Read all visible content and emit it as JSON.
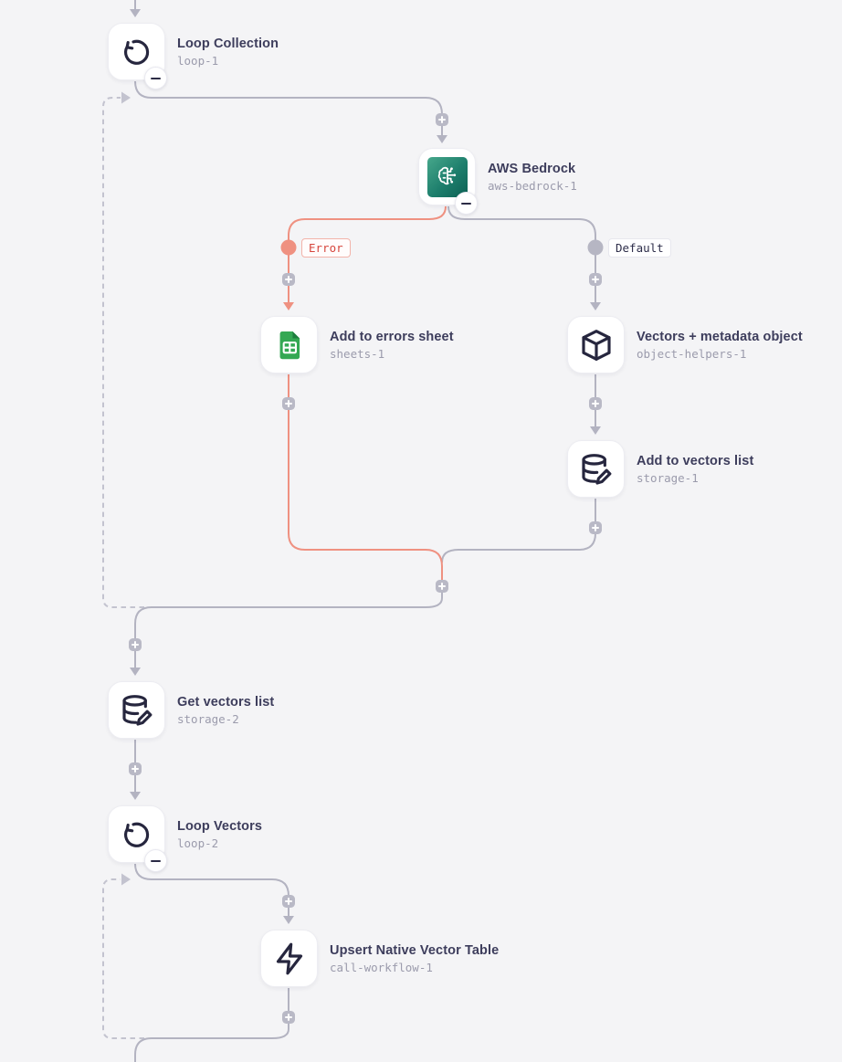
{
  "canvas": {
    "background": "#f4f4f6"
  },
  "colors": {
    "connector": "#b3b3c1",
    "loop_dash": "#c3c3cf",
    "error_line": "#ef9181",
    "error_text": "#d6453c",
    "default_text": "#2e2e4a",
    "node_title": "#3d3d5c",
    "node_id": "#9b9bac",
    "plus_button": "#b9b9c6",
    "icon_stroke": "#26263e",
    "sheets_green": "#34a853",
    "sheets_fold": "#1e7d3e",
    "bedrock_gradient_start": "#46a78b",
    "bedrock_gradient_end": "#0d6154"
  },
  "branch_labels": {
    "error": "Error",
    "default": "Default"
  },
  "nodes": {
    "loop1": {
      "title": "Loop Collection",
      "id": "loop-1",
      "icon": "loop-icon"
    },
    "bedrock": {
      "title": "AWS Bedrock",
      "id": "aws-bedrock-1",
      "icon": "aws-bedrock-icon"
    },
    "sheets": {
      "title": "Add to errors sheet",
      "id": "sheets-1",
      "icon": "google-sheets-icon"
    },
    "object_helpers": {
      "title": "Vectors + metadata object",
      "id": "object-helpers-1",
      "icon": "cube-icon"
    },
    "storage1": {
      "title": "Add to vectors list",
      "id": "storage-1",
      "icon": "database-edit-icon"
    },
    "storage2": {
      "title": "Get vectors list",
      "id": "storage-2",
      "icon": "database-edit-icon"
    },
    "loop2": {
      "title": "Loop Vectors",
      "id": "loop-2",
      "icon": "loop-icon"
    },
    "call_workflow": {
      "title": "Upsert Native Vector Table",
      "id": "call-workflow-1",
      "icon": "lightning-icon"
    }
  }
}
